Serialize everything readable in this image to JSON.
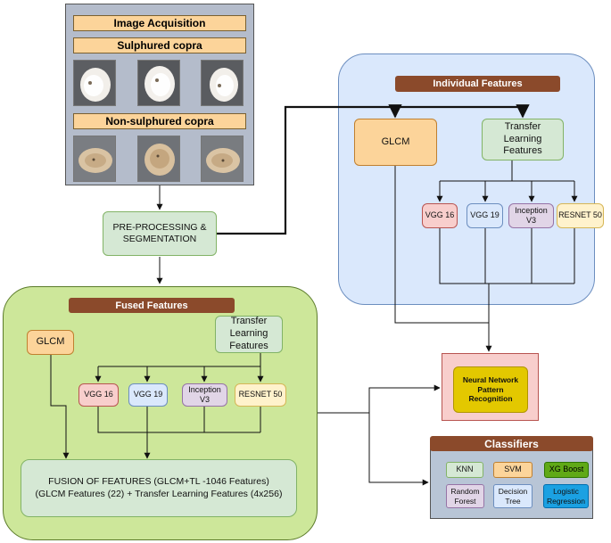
{
  "acquisition": {
    "title": "Image Acquisition",
    "sulphured_label": "Sulphured copra",
    "non_sulphured_label": "Non-sulphured copra"
  },
  "preprocessing": {
    "label": "PRE-PROCESSING & SEGMENTATION"
  },
  "individual": {
    "title": "Individual Features",
    "glcm": "GLCM",
    "transfer": "Transfer Learning Features",
    "models": [
      "VGG 16",
      "VGG 19",
      "Inception V3",
      "RESNET 50"
    ]
  },
  "fused": {
    "title": "Fused Features",
    "glcm": "GLCM",
    "transfer": "Transfer Learning Features",
    "models": [
      "VGG 16",
      "VGG 19",
      "Inception V3",
      "RESNET 50"
    ],
    "fusion_line1": "FUSION OF FEATURES (GLCM+TL -1046 Features)",
    "fusion_line2": "(GLCM Features (22) + Transfer Learning Features (4x256)"
  },
  "neural": {
    "label": "Neural Network Pattern Recognition"
  },
  "classifiers": {
    "title": "Classifiers",
    "items": [
      "KNN",
      "SVM",
      "XG Boost",
      "Random Forest",
      "Decision Tree",
      "Logistic Regression"
    ]
  },
  "colors": {
    "bar": "#8b4a2b",
    "ochre": "#fcd49a",
    "green_panel": "#cde79a",
    "blue_panel": "#dae8fc",
    "pink": "#f8cecc",
    "blue": "#dae8fc",
    "purple": "#e1d5e7",
    "yellow": "#fff2cc",
    "green": "#d5e8d4",
    "neural_outer": "#f8cecc",
    "neural_inner": "#e3c800",
    "xgboost": "#60a917",
    "logistic": "#1ba1e2"
  }
}
